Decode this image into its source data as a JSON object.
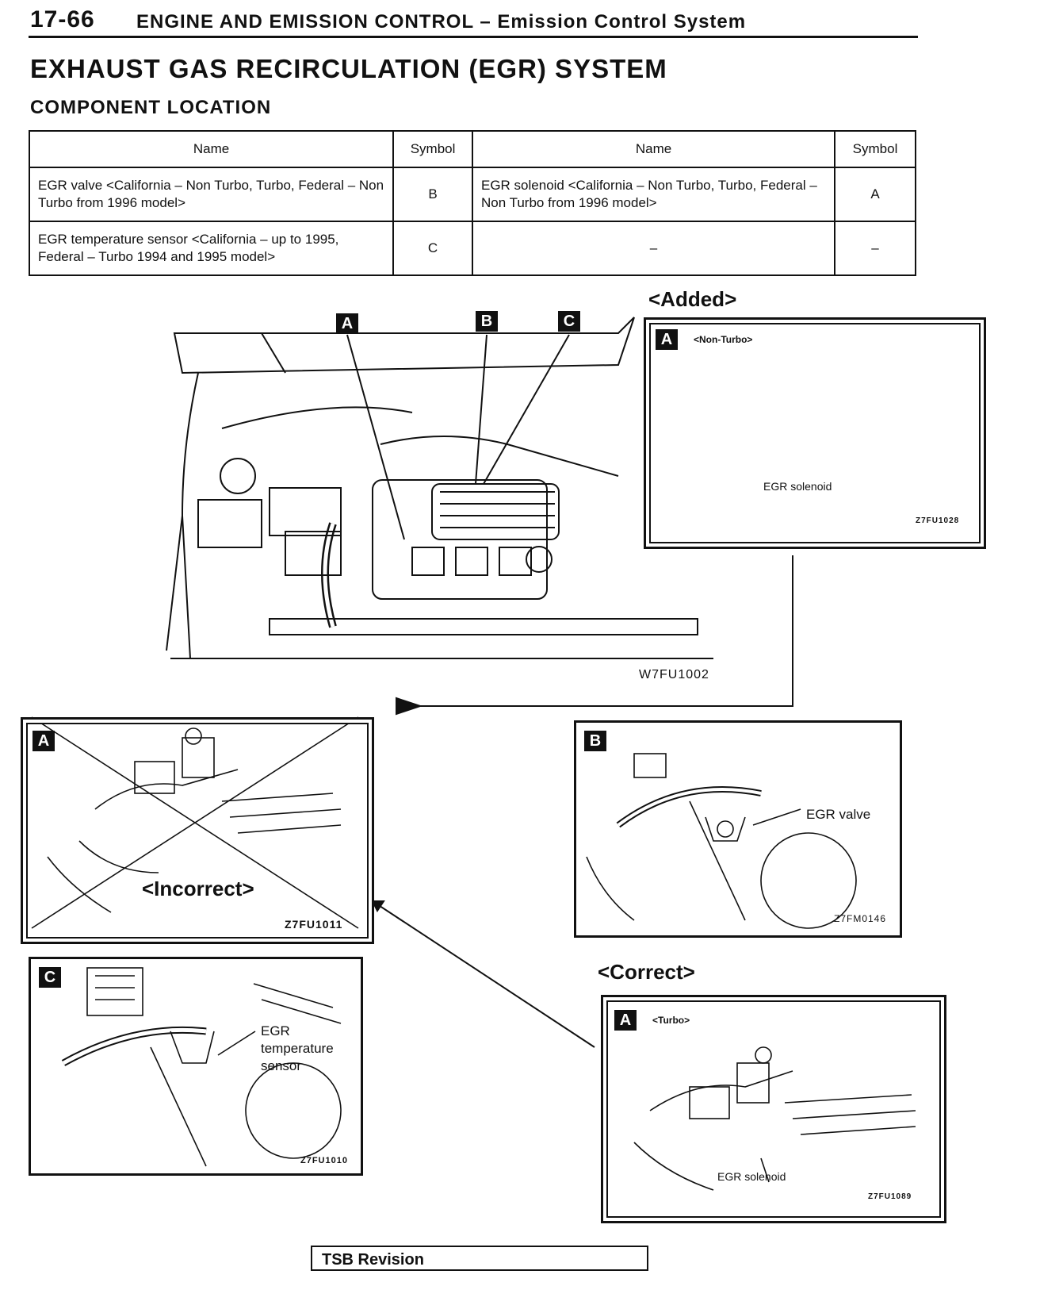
{
  "header": {
    "page_number": "17-66",
    "title": "ENGINE AND EMISSION CONTROL – Emission Control System"
  },
  "section_title": "EXHAUST GAS RECIRCULATION (EGR) SYSTEM",
  "sub_title": "COMPONENT LOCATION",
  "table": {
    "headers": [
      "Name",
      "Symbol",
      "Name",
      "Symbol"
    ],
    "rows": [
      [
        "EGR valve <California – Non Turbo, Turbo, Federal – Non Turbo from 1996 model>",
        "B",
        "EGR solenoid <California – Non Turbo, Turbo, Federal – Non Turbo from 1996 model>",
        "A"
      ],
      [
        "EGR temperature sensor <California – up to 1995, Federal – Turbo 1994 and 1995 model>",
        "C",
        "–",
        "–"
      ]
    ]
  },
  "main_figure": {
    "callouts": [
      "A",
      "B",
      "C"
    ],
    "code": "W7FU1002"
  },
  "added_label": "<Added>",
  "added_panel": {
    "tag": "A",
    "variant": "<Non-Turbo>",
    "label": "EGR solenoid",
    "code": "Z7FU1028"
  },
  "incorrect_panel": {
    "tag": "A",
    "label": "<Incorrect>",
    "code": "Z7FU1011"
  },
  "panel_b": {
    "tag": "B",
    "label": "EGR valve",
    "code": "Z7FM0146"
  },
  "panel_c": {
    "tag": "C",
    "label_lines": [
      "EGR",
      "temperature",
      "sensor"
    ],
    "code": "Z7FU1010"
  },
  "correct_label": "<Correct>",
  "correct_panel": {
    "tag": "A",
    "variant": "<Turbo>",
    "label": "EGR solenoid",
    "code": "Z7FU1089"
  },
  "footer": {
    "tsb": "TSB Revision"
  }
}
